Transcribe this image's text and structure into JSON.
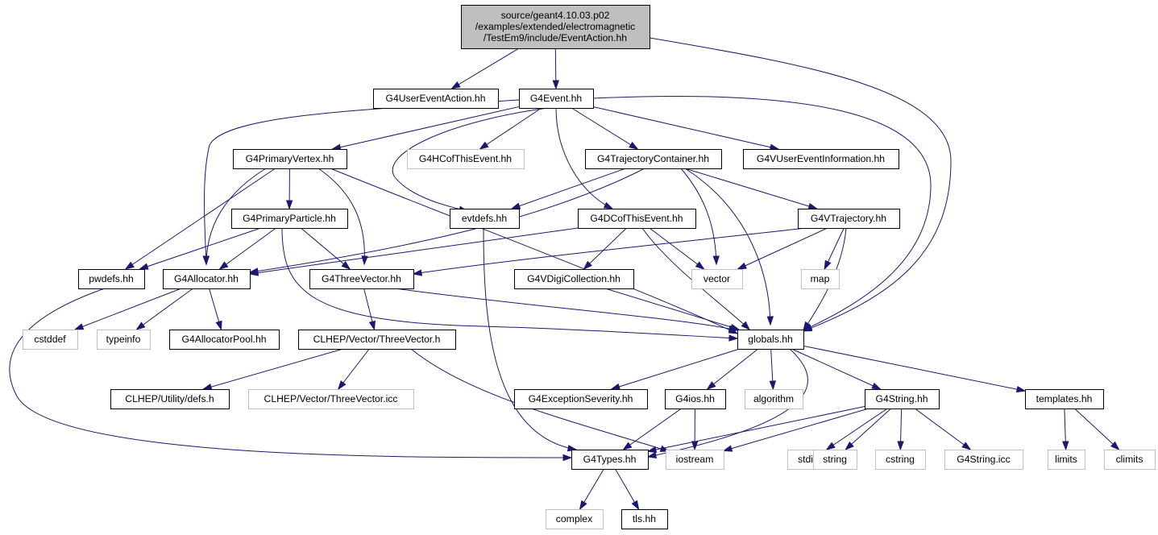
{
  "graph": {
    "nodes": [
      {
        "id": "root",
        "lines": [
          "source/geant4.10.03.p02",
          "/examples/extended/electromagnetic",
          "/TestEm9/include/EventAction.hh"
        ],
        "kind": "root"
      },
      {
        "id": "G4UserEventAction",
        "lines": [
          "G4UserEventAction.hh"
        ],
        "kind": "doc"
      },
      {
        "id": "G4Event",
        "lines": [
          "G4Event.hh"
        ],
        "kind": "doc"
      },
      {
        "id": "G4PrimaryVertex",
        "lines": [
          "G4PrimaryVertex.hh"
        ],
        "kind": "doc"
      },
      {
        "id": "G4HCofThisEvent",
        "lines": [
          "G4HCofThisEvent.hh"
        ],
        "kind": "ext"
      },
      {
        "id": "G4TrajectoryContainer",
        "lines": [
          "G4TrajectoryContainer.hh"
        ],
        "kind": "doc"
      },
      {
        "id": "G4VUserEventInformation",
        "lines": [
          "G4VUserEventInformation.hh"
        ],
        "kind": "doc"
      },
      {
        "id": "G4PrimaryParticle",
        "lines": [
          "G4PrimaryParticle.hh"
        ],
        "kind": "doc"
      },
      {
        "id": "evtdefs",
        "lines": [
          "evtdefs.hh"
        ],
        "kind": "doc"
      },
      {
        "id": "G4DCofThisEvent",
        "lines": [
          "G4DCofThisEvent.hh"
        ],
        "kind": "doc"
      },
      {
        "id": "G4VTrajectory",
        "lines": [
          "G4VTrajectory.hh"
        ],
        "kind": "doc"
      },
      {
        "id": "pwdefs",
        "lines": [
          "pwdefs.hh"
        ],
        "kind": "doc"
      },
      {
        "id": "G4Allocator",
        "lines": [
          "G4Allocator.hh"
        ],
        "kind": "doc"
      },
      {
        "id": "G4ThreeVector",
        "lines": [
          "G4ThreeVector.hh"
        ],
        "kind": "doc"
      },
      {
        "id": "G4VDigiCollection",
        "lines": [
          "G4VDigiCollection.hh"
        ],
        "kind": "doc"
      },
      {
        "id": "vector",
        "lines": [
          "vector"
        ],
        "kind": "ext"
      },
      {
        "id": "map",
        "lines": [
          "map"
        ],
        "kind": "ext"
      },
      {
        "id": "cstddef",
        "lines": [
          "cstddef"
        ],
        "kind": "ext"
      },
      {
        "id": "typeinfo",
        "lines": [
          "typeinfo"
        ],
        "kind": "ext"
      },
      {
        "id": "G4AllocatorPool",
        "lines": [
          "G4AllocatorPool.hh"
        ],
        "kind": "doc"
      },
      {
        "id": "CLHEPThreeVector",
        "lines": [
          "CLHEP/Vector/ThreeVector.h"
        ],
        "kind": "doc"
      },
      {
        "id": "globals",
        "lines": [
          "globals.hh"
        ],
        "kind": "doc"
      },
      {
        "id": "CLHEPdefs",
        "lines": [
          "CLHEP/Utility/defs.h"
        ],
        "kind": "doc"
      },
      {
        "id": "CLHEPThreeVectorIcc",
        "lines": [
          "CLHEP/Vector/ThreeVector.icc"
        ],
        "kind": "ext"
      },
      {
        "id": "G4ExceptionSeverity",
        "lines": [
          "G4ExceptionSeverity.hh"
        ],
        "kind": "doc"
      },
      {
        "id": "G4ios",
        "lines": [
          "G4ios.hh"
        ],
        "kind": "doc"
      },
      {
        "id": "algorithm",
        "lines": [
          "algorithm"
        ],
        "kind": "ext"
      },
      {
        "id": "G4String",
        "lines": [
          "G4String.hh"
        ],
        "kind": "doc"
      },
      {
        "id": "templates",
        "lines": [
          "templates.hh"
        ],
        "kind": "doc"
      },
      {
        "id": "G4Types",
        "lines": [
          "G4Types.hh"
        ],
        "kind": "doc"
      },
      {
        "id": "iostream",
        "lines": [
          "iostream"
        ],
        "kind": "ext"
      },
      {
        "id": "stdio",
        "lines": [
          "stdio.h"
        ],
        "kind": "ext"
      },
      {
        "id": "string",
        "lines": [
          "string"
        ],
        "kind": "ext"
      },
      {
        "id": "cstring",
        "lines": [
          "cstring"
        ],
        "kind": "ext"
      },
      {
        "id": "G4StringIcc",
        "lines": [
          "G4String.icc"
        ],
        "kind": "ext"
      },
      {
        "id": "limits",
        "lines": [
          "limits"
        ],
        "kind": "ext"
      },
      {
        "id": "climits",
        "lines": [
          "climits"
        ],
        "kind": "ext"
      },
      {
        "id": "complex",
        "lines": [
          "complex"
        ],
        "kind": "ext"
      },
      {
        "id": "tls",
        "lines": [
          "tls.hh"
        ],
        "kind": "doc"
      }
    ],
    "edges": [
      [
        "root",
        "G4UserEventAction"
      ],
      [
        "root",
        "G4Event"
      ],
      [
        "root",
        "globals"
      ],
      [
        "G4Event",
        "G4PrimaryVertex"
      ],
      [
        "G4Event",
        "G4HCofThisEvent"
      ],
      [
        "G4Event",
        "G4TrajectoryContainer"
      ],
      [
        "G4Event",
        "G4VUserEventInformation"
      ],
      [
        "G4Event",
        "evtdefs"
      ],
      [
        "G4Event",
        "G4DCofThisEvent"
      ],
      [
        "G4Event",
        "G4Allocator"
      ],
      [
        "G4Event",
        "globals"
      ],
      [
        "G4PrimaryVertex",
        "G4PrimaryParticle"
      ],
      [
        "G4PrimaryVertex",
        "pwdefs"
      ],
      [
        "G4PrimaryVertex",
        "G4Allocator"
      ],
      [
        "G4PrimaryVertex",
        "G4ThreeVector"
      ],
      [
        "G4PrimaryVertex",
        "globals"
      ],
      [
        "G4PrimaryParticle",
        "pwdefs"
      ],
      [
        "G4PrimaryParticle",
        "G4Allocator"
      ],
      [
        "G4PrimaryParticle",
        "G4ThreeVector"
      ],
      [
        "G4PrimaryParticle",
        "globals"
      ],
      [
        "G4TrajectoryContainer",
        "evtdefs"
      ],
      [
        "G4TrajectoryContainer",
        "G4VTrajectory"
      ],
      [
        "G4TrajectoryContainer",
        "G4Allocator"
      ],
      [
        "G4TrajectoryContainer",
        "vector"
      ],
      [
        "G4TrajectoryContainer",
        "globals"
      ],
      [
        "G4DCofThisEvent",
        "G4Allocator"
      ],
      [
        "G4DCofThisEvent",
        "G4VDigiCollection"
      ],
      [
        "G4DCofThisEvent",
        "vector"
      ],
      [
        "G4DCofThisEvent",
        "globals"
      ],
      [
        "G4VTrajectory",
        "G4ThreeVector"
      ],
      [
        "G4VTrajectory",
        "vector"
      ],
      [
        "G4VTrajectory",
        "map"
      ],
      [
        "G4VTrajectory",
        "globals"
      ],
      [
        "evtdefs",
        "G4Types"
      ],
      [
        "pwdefs",
        "G4Types"
      ],
      [
        "G4Allocator",
        "cstddef"
      ],
      [
        "G4Allocator",
        "typeinfo"
      ],
      [
        "G4Allocator",
        "G4AllocatorPool"
      ],
      [
        "G4ThreeVector",
        "CLHEPThreeVector"
      ],
      [
        "G4ThreeVector",
        "globals"
      ],
      [
        "G4VDigiCollection",
        "globals"
      ],
      [
        "CLHEPThreeVector",
        "CLHEPdefs"
      ],
      [
        "CLHEPThreeVector",
        "CLHEPThreeVectorIcc"
      ],
      [
        "CLHEPThreeVector",
        "iostream"
      ],
      [
        "globals",
        "G4ExceptionSeverity"
      ],
      [
        "globals",
        "G4ios"
      ],
      [
        "globals",
        "algorithm"
      ],
      [
        "globals",
        "G4String"
      ],
      [
        "globals",
        "templates"
      ],
      [
        "globals",
        "G4Types"
      ],
      [
        "G4ios",
        "G4Types"
      ],
      [
        "G4ios",
        "iostream"
      ],
      [
        "G4String",
        "G4Types"
      ],
      [
        "G4String",
        "iostream"
      ],
      [
        "G4String",
        "stdio"
      ],
      [
        "G4String",
        "string"
      ],
      [
        "G4String",
        "cstring"
      ],
      [
        "G4String",
        "G4StringIcc"
      ],
      [
        "templates",
        "limits"
      ],
      [
        "templates",
        "climits"
      ],
      [
        "G4Types",
        "complex"
      ],
      [
        "G4Types",
        "tls"
      ]
    ]
  },
  "colors": {
    "edge": "#191970",
    "root_fill": "#bfbfbf",
    "doc_border": "#000000",
    "ext_border": "#bfbfbf"
  }
}
